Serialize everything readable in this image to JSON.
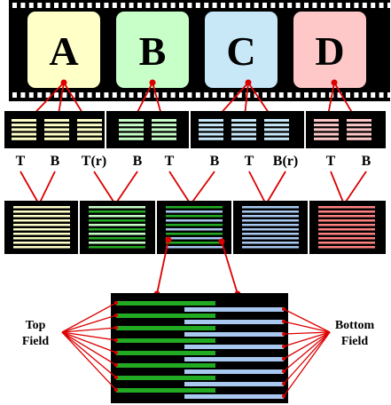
{
  "frames": [
    {
      "letter": "A",
      "color": "#ffffc8"
    },
    {
      "letter": "B",
      "color": "#c8ffc8"
    },
    {
      "letter": "C",
      "color": "#c8e8f8"
    },
    {
      "letter": "D",
      "color": "#ffc8c8"
    }
  ],
  "field_labels": [
    "T",
    "B",
    "T(r)",
    "B",
    "T",
    "B",
    "T",
    "B(r)",
    "T",
    "B"
  ],
  "field_colors": [
    "#ffffc8",
    "#ffffc8",
    "#ffffc8",
    "#c8ffc8",
    "#c8ffc8",
    "#c8e8f8",
    "#c8e8f8",
    "#c8e8f8",
    "#ffc8c8",
    "#ffc8c8"
  ],
  "combined_fields": [
    {
      "top_color": "#ffffc8",
      "bottom_color": "#ffffc8"
    },
    {
      "top_color": "#c8ffc8",
      "bottom_color": "#22aa22"
    },
    {
      "top_color": "#22aa22",
      "bottom_color": "#a8c8f0"
    },
    {
      "top_color": "#a8c8f0",
      "bottom_color": "#a8c8f0"
    },
    {
      "top_color": "#ff8080",
      "bottom_color": "#ff8080"
    }
  ],
  "detail": {
    "top_color": "#22aa22",
    "bottom_color": "#a8c8f0",
    "left_label_line1": "Top",
    "left_label_line2": "Field",
    "right_label_line1": "Bottom",
    "right_label_line2": "Field"
  },
  "colors": {
    "connector": "#dd0000",
    "film": "#000000",
    "sprocket": "#ffffff"
  }
}
